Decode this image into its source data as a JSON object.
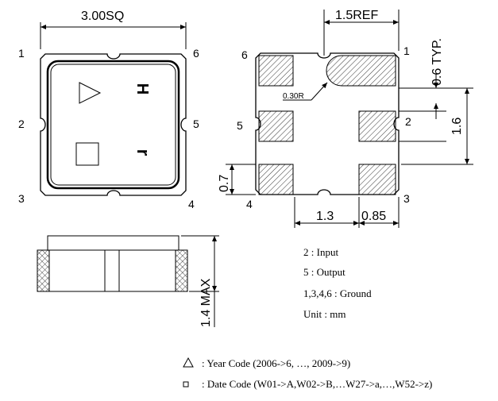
{
  "dimensions": {
    "package_size": "3.00SQ",
    "pad_pitch_ref": "1.5REF",
    "pad_width_typ": "0.6 TYP.",
    "pad_spacing_v": "1.6",
    "pad_height": "0.7",
    "pad_spacing_h": "1.3",
    "pad_length": "0.85",
    "corner_radius": "0.30R",
    "height_max": "1.4 MAX"
  },
  "top_view": {
    "pins": [
      "1",
      "6",
      "2",
      "5",
      "3",
      "4"
    ],
    "marking_h": "H",
    "marking_r": "r"
  },
  "bottom_view": {
    "pins": [
      "6",
      "1",
      "5",
      "2",
      "4",
      "3"
    ]
  },
  "notes": {
    "input": "2 : Input",
    "output": "5 : Output",
    "ground": "1,3,4,6 : Ground",
    "unit": "Unit : mm"
  },
  "legend": {
    "year_code": ": Year Code (2006->6, …, 2009->9)",
    "date_code": ": Date Code (W01->A,W02->B,…W27->a,…,W52->z)"
  }
}
